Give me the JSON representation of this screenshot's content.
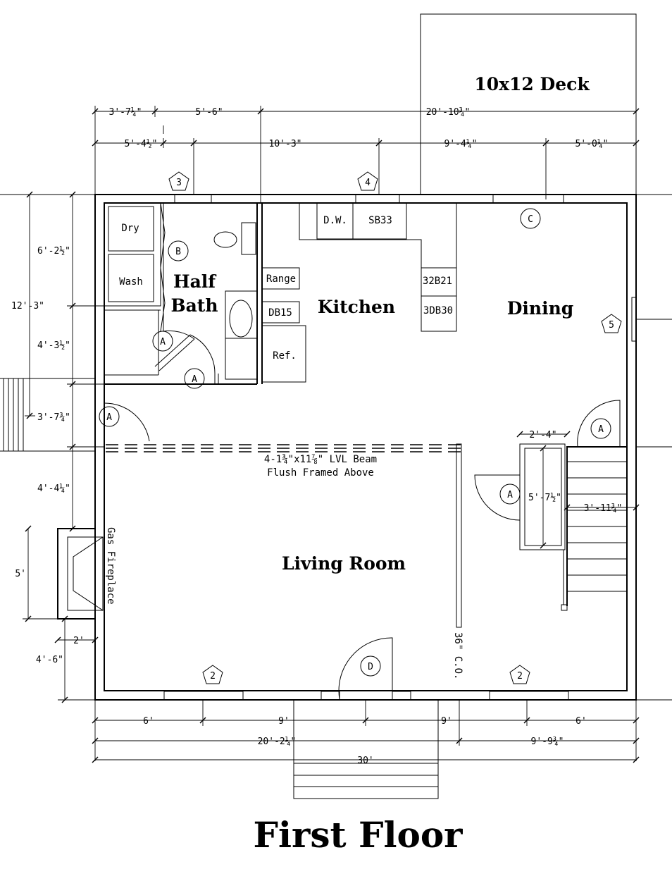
{
  "title": "First Floor",
  "rooms": {
    "deck": "10x12 Deck",
    "half_bath_line1": "Half",
    "half_bath_line2": "Bath",
    "kitchen": "Kitchen",
    "dining": "Dining",
    "living_room": "Living Room"
  },
  "fixtures": {
    "dry": "Dry",
    "wash": "Wash",
    "dw": "D.W.",
    "sb33": "SB33",
    "range": "Range",
    "db15": "DB15",
    "ref": "Ref.",
    "b21": "32B21",
    "db30": "3DB30",
    "fireplace": "Gas Fireplace"
  },
  "beam": {
    "line1": "4-1¾\"x11⅞\" LVL Beam",
    "line2": "Flush Framed Above"
  },
  "cased_opening": "36\" C.O.",
  "tags": {
    "door_a": "A",
    "door_b": "B",
    "door_c": "C",
    "door_d": "D",
    "win_2": "2",
    "win_3": "3",
    "win_4": "4",
    "win_5": "5"
  },
  "dimensions": {
    "top1_a": "3'-7¼\"",
    "top1_b": "5'-6\"",
    "top1_c": "20'-10¾\"",
    "top2_a": "5'-4½\"",
    "top2_b": "10'-3\"",
    "top2_c": "9'-4¼\"",
    "top2_d": "5'-0¼\"",
    "left_6": "6'-2½\"",
    "left_12": "12'-3\"",
    "left_4a": "4'-3½\"",
    "left_3": "3'-7¾\"",
    "left_4b": "4'-4¼\"",
    "left_5": "5'",
    "fp_2": "2'",
    "fp_4": "4'-6\"",
    "stair_w": "2'-4\"",
    "stair_a": "5'-7½\"",
    "stair_b": "3'-11¾\"",
    "bot1_a": "6'",
    "bot1_b": "9'",
    "bot1_c": "9'",
    "bot1_d": "6'",
    "bot2_a": "20'-2¼\"",
    "bot2_b": "9'-9¾\"",
    "bot3": "30'"
  }
}
